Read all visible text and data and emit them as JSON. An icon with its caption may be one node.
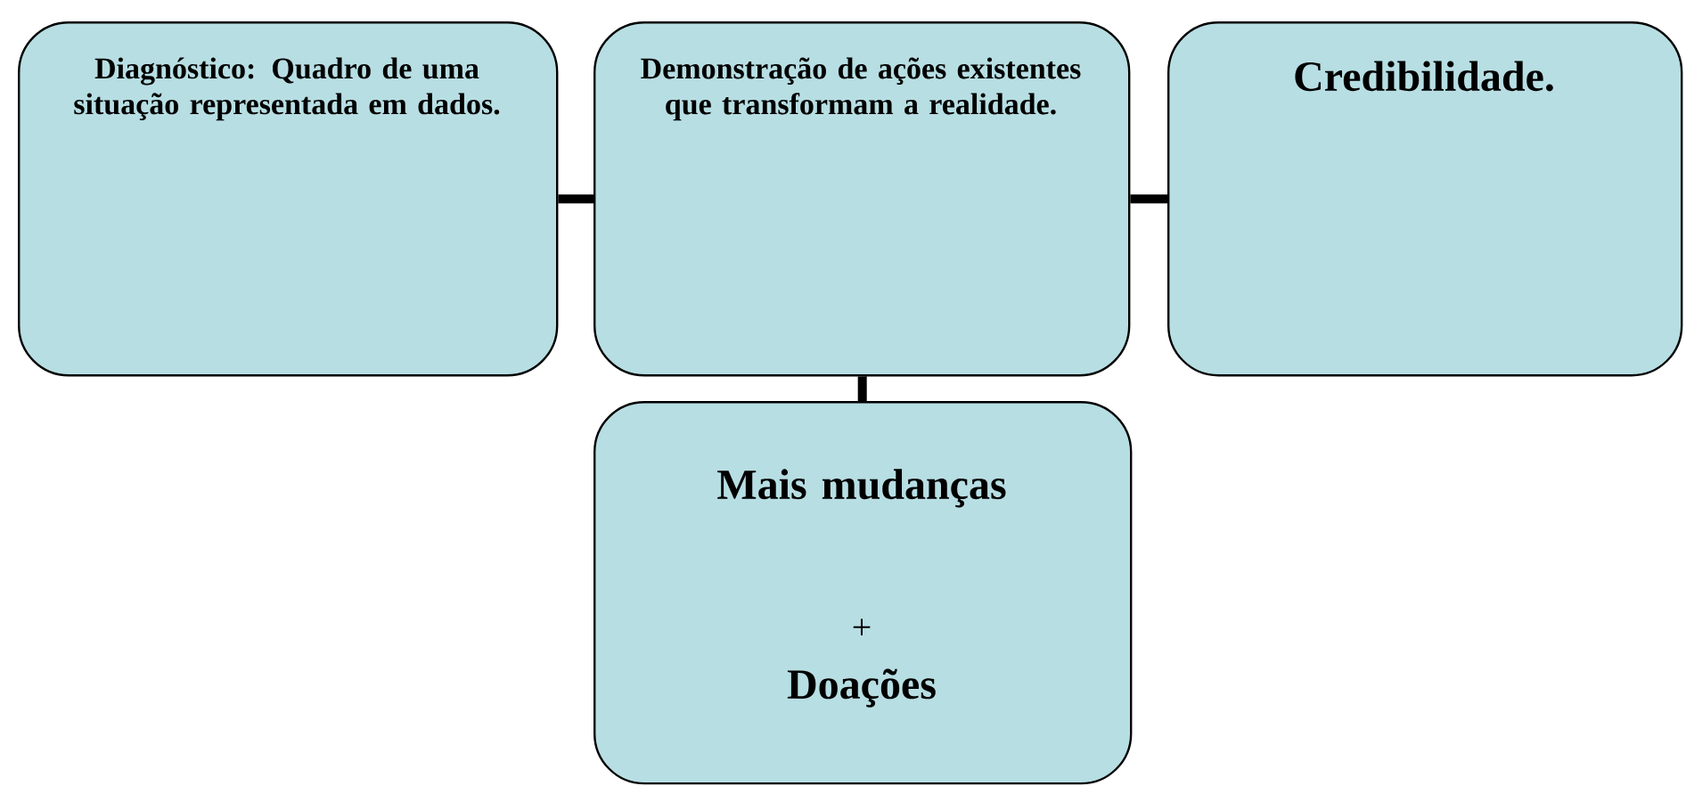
{
  "diagram": {
    "nodes": [
      {
        "text": [
          "Diagnóstico: Quadro de uma situação representada em dados."
        ]
      },
      {
        "text": [
          "Demonstração de ações existentes que transformam a realidade."
        ]
      },
      {
        "text": [
          "Credibilidade."
        ]
      },
      {
        "text": [
          "Mais mudanças",
          "+",
          "Doações"
        ]
      }
    ],
    "edges": [
      {
        "from": 0,
        "to": 1,
        "arrow": "none"
      },
      {
        "from": 1,
        "to": 2,
        "arrow": "none"
      },
      {
        "from": 1,
        "to": 3,
        "arrow": "none"
      }
    ]
  }
}
